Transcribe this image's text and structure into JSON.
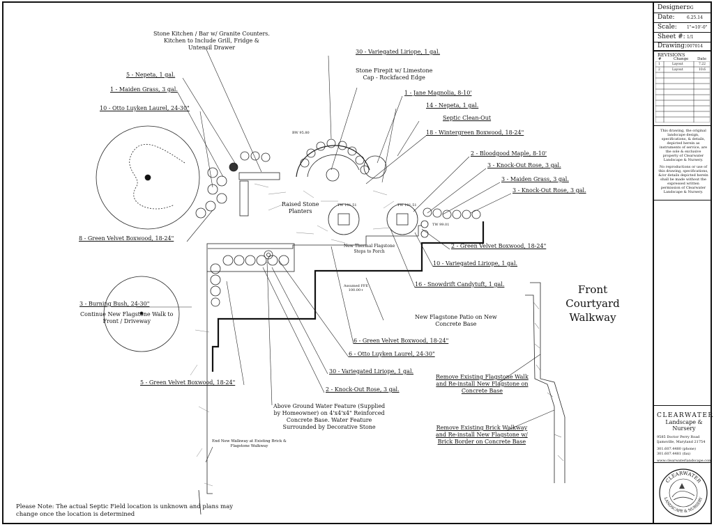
{
  "callouts": {
    "stone_kitchen": [
      "Stone Kitchen / Bar w/ Granite Counters.",
      "Kitchen to Include Grill, Fridge &",
      "Untensil Drawer"
    ],
    "liriope_top": "30 - Variegated Liriope, 1 gal.",
    "nepeta_5": "5 - Nepeta, 1 gal.",
    "firepit": [
      "Stone Firepit w/ Limestone",
      "Cap - Rockfaced Edge"
    ],
    "maiden_grass_1": "1 - Maiden Grass, 3 gal.",
    "jane_magnolia": "1 - Jane Magnolia, 8-10'",
    "otto_10": "10 - Otto Luyken Laurel, 24-30\"",
    "nepeta_14": "14 - Nepeta, 1 gal.",
    "septic": "Septic Clean-Out",
    "wintergreen": "18 - Wintergreen Boxwood, 18-24\"",
    "bloodgood": "2 - Bloodgood Maple, 8-10'",
    "knockout_3a": "3 - Knock-Out Rose, 3 gal.",
    "maiden_grass_3": "3 - Maiden Grass, 3 gal.",
    "knockout_3b": "3 - Knock-Out Rose, 3 gal.",
    "raised_planters": [
      "Raised Stone",
      "Planters"
    ],
    "green_velvet_8": "8 - Green Velvet Boxwood, 18-24\"",
    "green_velvet_2": "2 - Green Velvet Boxwood, 18-24\"",
    "thermal_steps": [
      "New Thermal Flagstone",
      "Steps to Porch"
    ],
    "liriope_10": "10 - Variegated Liriope, 1 gal.",
    "candytuft": "16 - Snowdrift Candytuft, 1 gal.",
    "burning_bush": "3 - Burning Bush, 24-30\"",
    "continue_walk": [
      "Continue New Flagstone Walk to",
      "Front / Driveway"
    ],
    "patio": [
      "New Flagstone Patio on New",
      "Concrete Base"
    ],
    "green_velvet_6": "6 - Green Velvet Boxwood, 18-24\"",
    "otto_6": "6 - Otto Luyken Laurel, 24-30\"",
    "liriope_30": "30 - Variegated Liriope, 1 gal.",
    "knockout_2": "2 - Knock-Out Rose, 3 gal.",
    "green_velvet_5": "5 - Green Velvet Boxwood, 18-24\"",
    "water_feature": [
      "Above Ground Water Feature (Supplied",
      "by Homeowner) on 4'x4'x4\" Reinforced",
      "Concrete Base.  Water Feature",
      "Surrounded by Decorative Stone"
    ],
    "remove_flagstone": [
      "Remove Existing Flagstone Walk",
      "and Re-install New Flagstone on",
      "Concrete Base"
    ],
    "remove_brick": [
      "Remove Existing Brick Walkway",
      "and Re-install New Flagstone w/",
      "Brick Border on Concrete Base"
    ],
    "end_walkway": [
      "End New Walkway at Existing Brick &",
      "Flagstone Walkway"
    ]
  },
  "plan_labels": {
    "tw1": "TW 101.51",
    "tw2": "TW 101.51",
    "tw3": "TW 99.01",
    "bw": "BW 95.80",
    "ffe": [
      "Assumed FFE",
      "100.00+"
    ]
  },
  "section_title": [
    "Front Courtyard",
    "Walkway"
  ],
  "footnote": [
    "Please Note: The actual Septic Field location is unknown and plans may",
    "change once the location is determined"
  ],
  "title_block": {
    "designer_label": "Designer:",
    "designer_value": "DG",
    "date_label": "Date:",
    "date_value": "6.25.14",
    "scale_label": "Scale:",
    "scale_value": "1\"=10'-0\"",
    "sheet_label": "Sheet #:",
    "sheet_value": "1/1",
    "drawing_label": "Drawing:",
    "drawing_value": "007014",
    "revisions_label": "REVISIONS",
    "rev_col_num": "#",
    "rev_col_change": "Change",
    "rev_col_date": "Date",
    "revisions": [
      {
        "num": "1",
        "change": "Layout",
        "date": "7.22"
      },
      {
        "num": "2",
        "change": "Layout",
        "date": "10.6"
      }
    ],
    "disclaimer": [
      "This drawing, the original landscape design, specifications, & details, depicted herein as instruments of service, are the sole & exclusive property of Clearwater Landscape & Nursery.",
      "No reproductions or use of this drawing, specifications, &/or details depicted herein shall be made without the expressed written permission of Clearwater Landscape & Nursery."
    ],
    "company_name": "CLEARWATER",
    "company_sub": "Landscape & Nursery",
    "address": [
      "9585 Doctor Perry Road",
      "Ijamsville, Maryland 21754"
    ],
    "phone": "301.607.4480 (phone)",
    "fax": "301.607.4481 (fax)",
    "website": "www.clearwaterlandscape.com",
    "seal_top": "CLEARWATER",
    "seal_bottom": "LANDSCAPE & NURSERY"
  }
}
